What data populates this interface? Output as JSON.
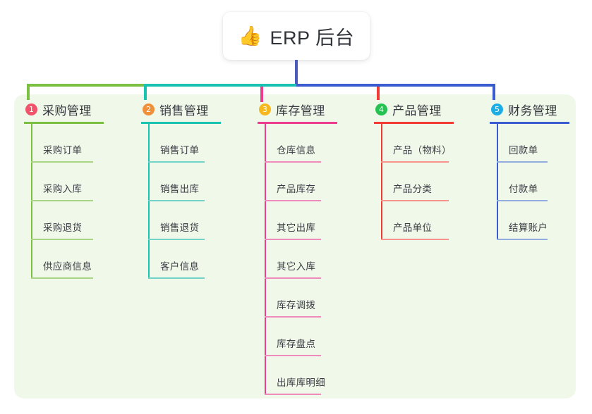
{
  "root": {
    "icon": "thumbs-up-emoji",
    "emoji": "👍",
    "title": "ERP 后台"
  },
  "colors": {
    "panel_background": "#f0f8ea",
    "page_background": "#ffffff",
    "trunk": "#4a5bbd",
    "root_text": "#2f3238",
    "branch_title_text": "#33363d",
    "item_text": "#3a3d44"
  },
  "branches": [
    {
      "number": "1",
      "title": "采购管理",
      "line_color": "#7cc043",
      "item_line_color": "#a9d683",
      "badge_color": "#f0536a",
      "items": [
        {
          "label": "采购订单"
        },
        {
          "label": "采购入库"
        },
        {
          "label": "采购退货"
        },
        {
          "label": "供应商信息"
        }
      ]
    },
    {
      "number": "2",
      "title": "销售管理",
      "line_color": "#18c3b0",
      "item_line_color": "#72d4c8",
      "badge_color": "#f0903a",
      "items": [
        {
          "label": "销售订单"
        },
        {
          "label": "销售出库"
        },
        {
          "label": "销售退货"
        },
        {
          "label": "客户信息"
        }
      ]
    },
    {
      "number": "3",
      "title": "库存管理",
      "line_color": "#ed3b8e",
      "item_line_color": "#ef8cbb",
      "badge_color": "#f5b820",
      "items": [
        {
          "label": "仓库信息"
        },
        {
          "label": "产品库存"
        },
        {
          "label": "其它出库"
        },
        {
          "label": "其它入库"
        },
        {
          "label": "库存调拨"
        },
        {
          "label": "库存盘点"
        },
        {
          "label": "出库库明细"
        }
      ]
    },
    {
      "number": "4",
      "title": "产品管理",
      "line_color": "#f23b35",
      "item_line_color": "#f7938c",
      "badge_color": "#24c251",
      "items": [
        {
          "label": "产品（物料）"
        },
        {
          "label": "产品分类"
        },
        {
          "label": "产品单位"
        }
      ]
    },
    {
      "number": "5",
      "title": "财务管理",
      "line_color": "#3a5cd0",
      "item_line_color": "#93acdf",
      "badge_color": "#1eaee5",
      "items": [
        {
          "label": "回款单"
        },
        {
          "label": "付款单"
        },
        {
          "label": "结算账户"
        }
      ]
    }
  ],
  "layout": {
    "branch_x": [
      34,
      200,
      365,
      530,
      694
    ],
    "head_rule_width": [
      113,
      113,
      113,
      113,
      113
    ],
    "item_rule_width": [
      88,
      80,
      80,
      96,
      72
    ]
  }
}
